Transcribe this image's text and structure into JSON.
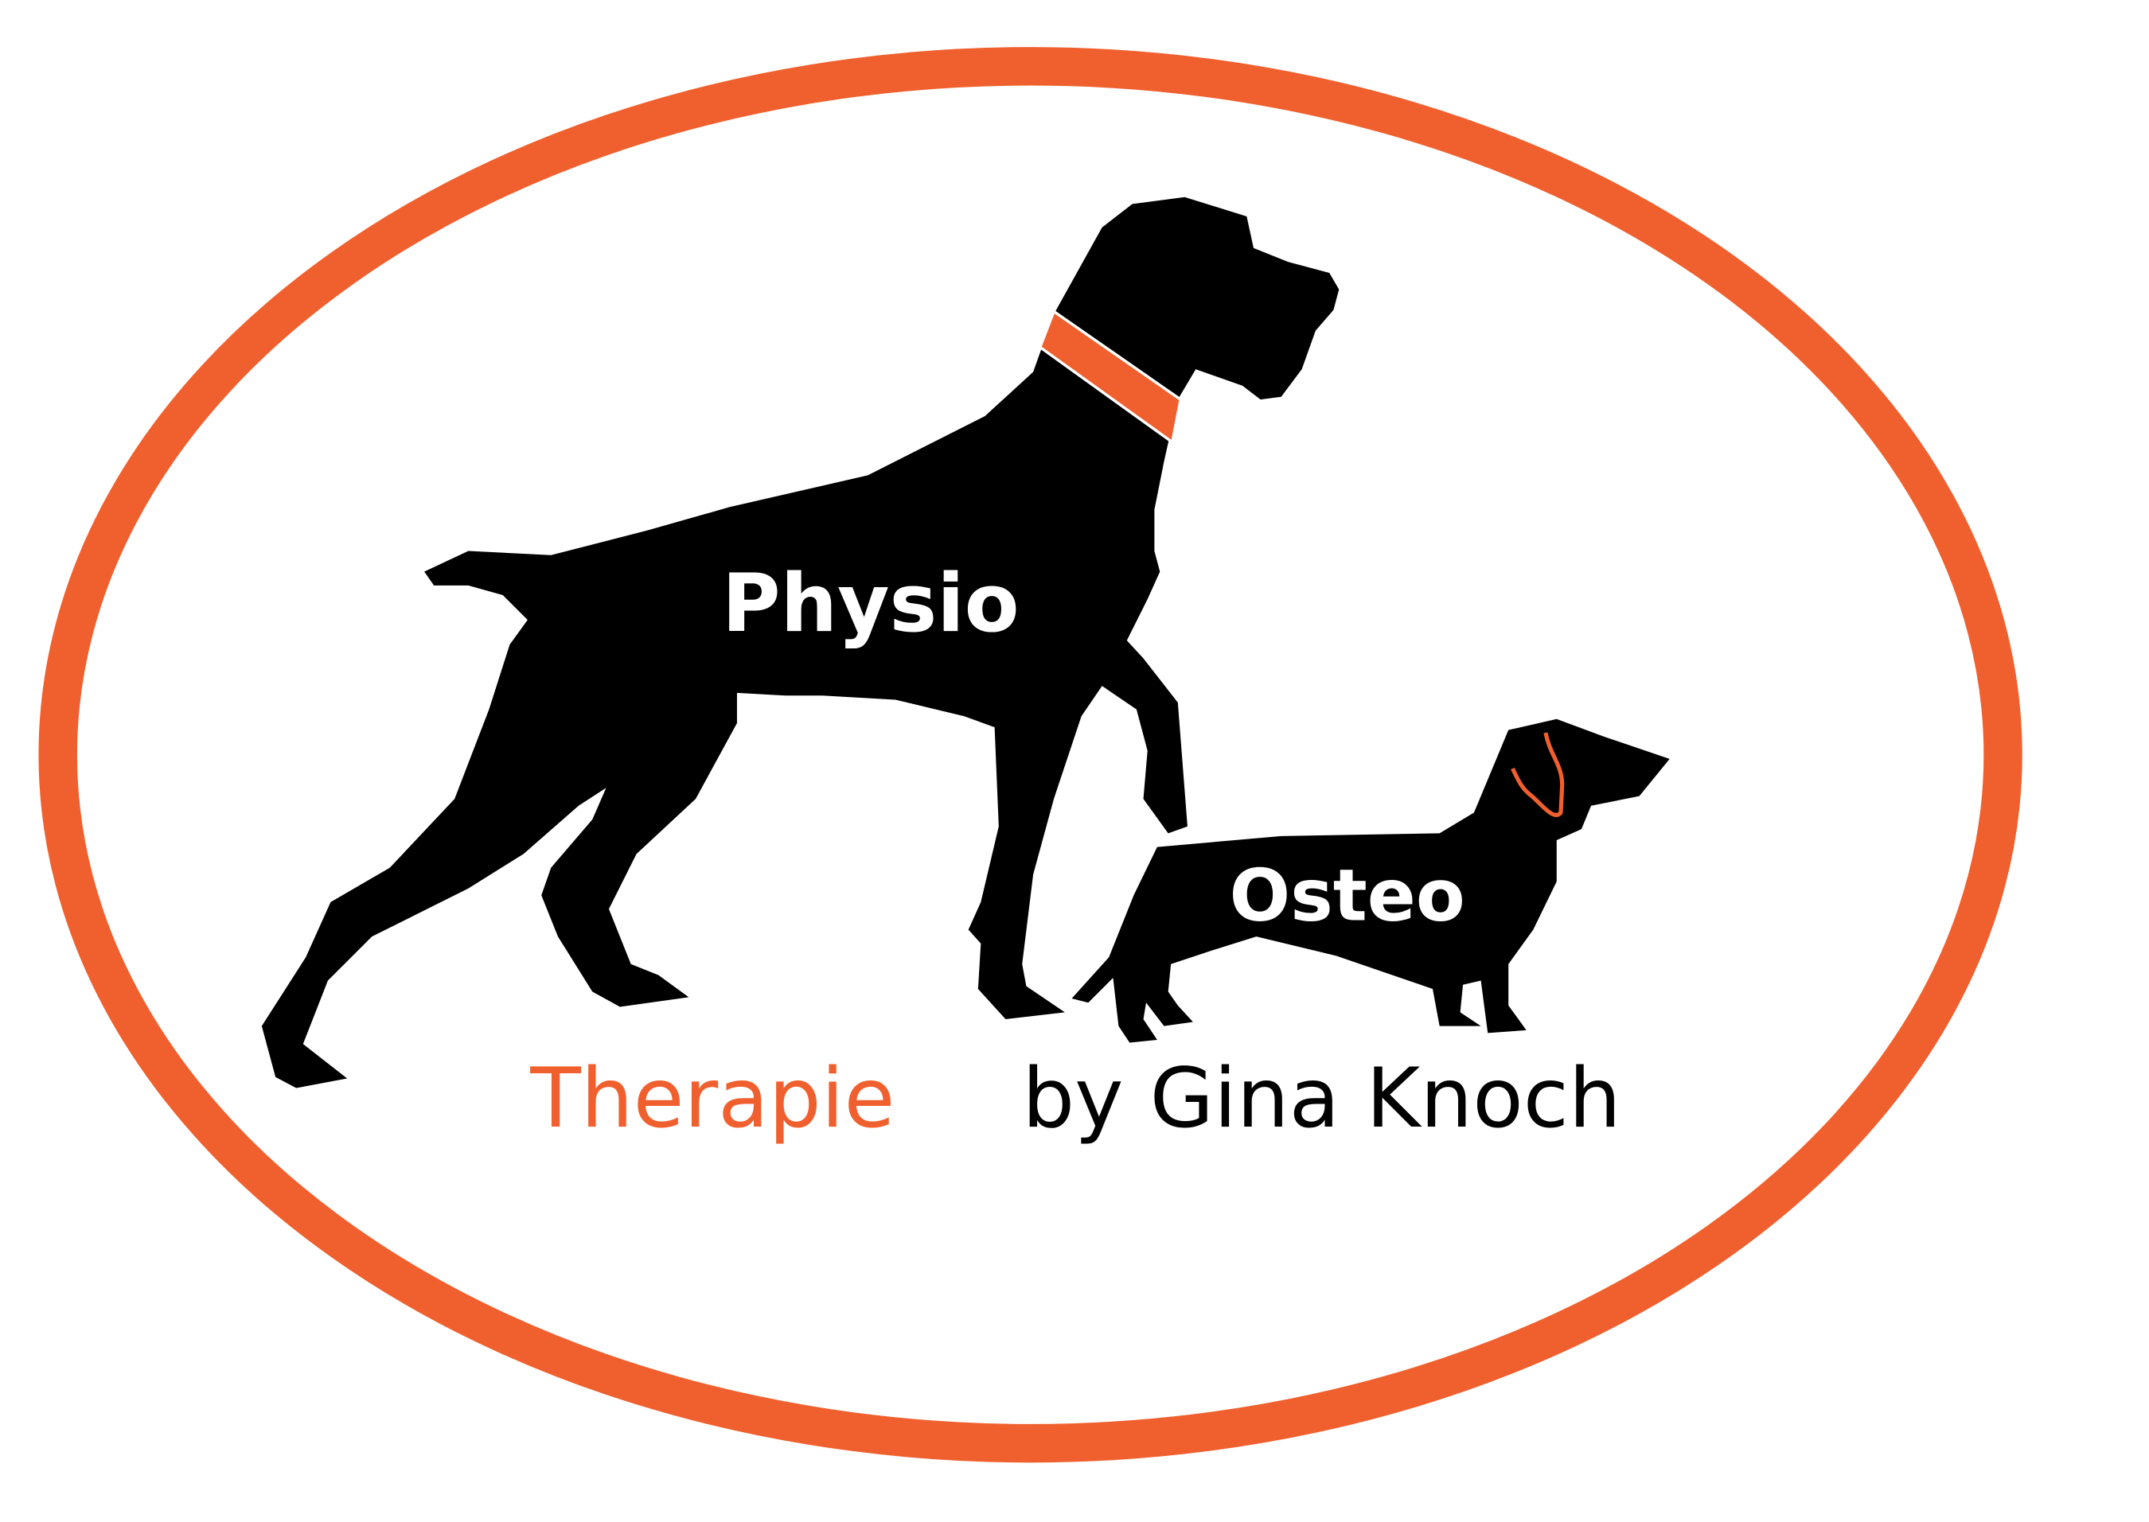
{
  "logo": {
    "word_physio": "Physio",
    "word_osteo": "Osteo",
    "tagline_therapie": "Therapie",
    "tagline_by": "by Gina Knoch"
  },
  "colors": {
    "accent": "#f0602e",
    "silhouette": "#000000",
    "background": "#ffffff"
  }
}
